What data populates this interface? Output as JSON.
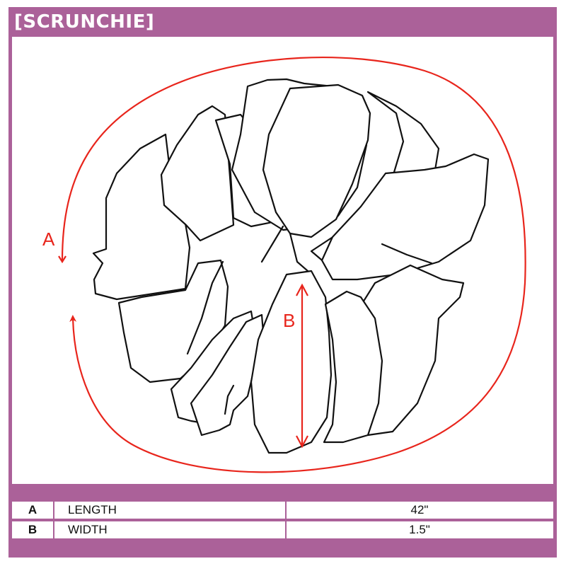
{
  "header": {
    "title": "[SCRUNCHIE]"
  },
  "colors": {
    "accent": "#ab6199",
    "arrow": "#e8251c",
    "outline": "#111111"
  },
  "diagram": {
    "label_a": "A",
    "label_b": "B"
  },
  "table": {
    "rows": [
      {
        "key": "A",
        "label": "LENGTH",
        "value": "42\""
      },
      {
        "key": "B",
        "label": "WIDTH",
        "value": "1.5\""
      }
    ]
  }
}
